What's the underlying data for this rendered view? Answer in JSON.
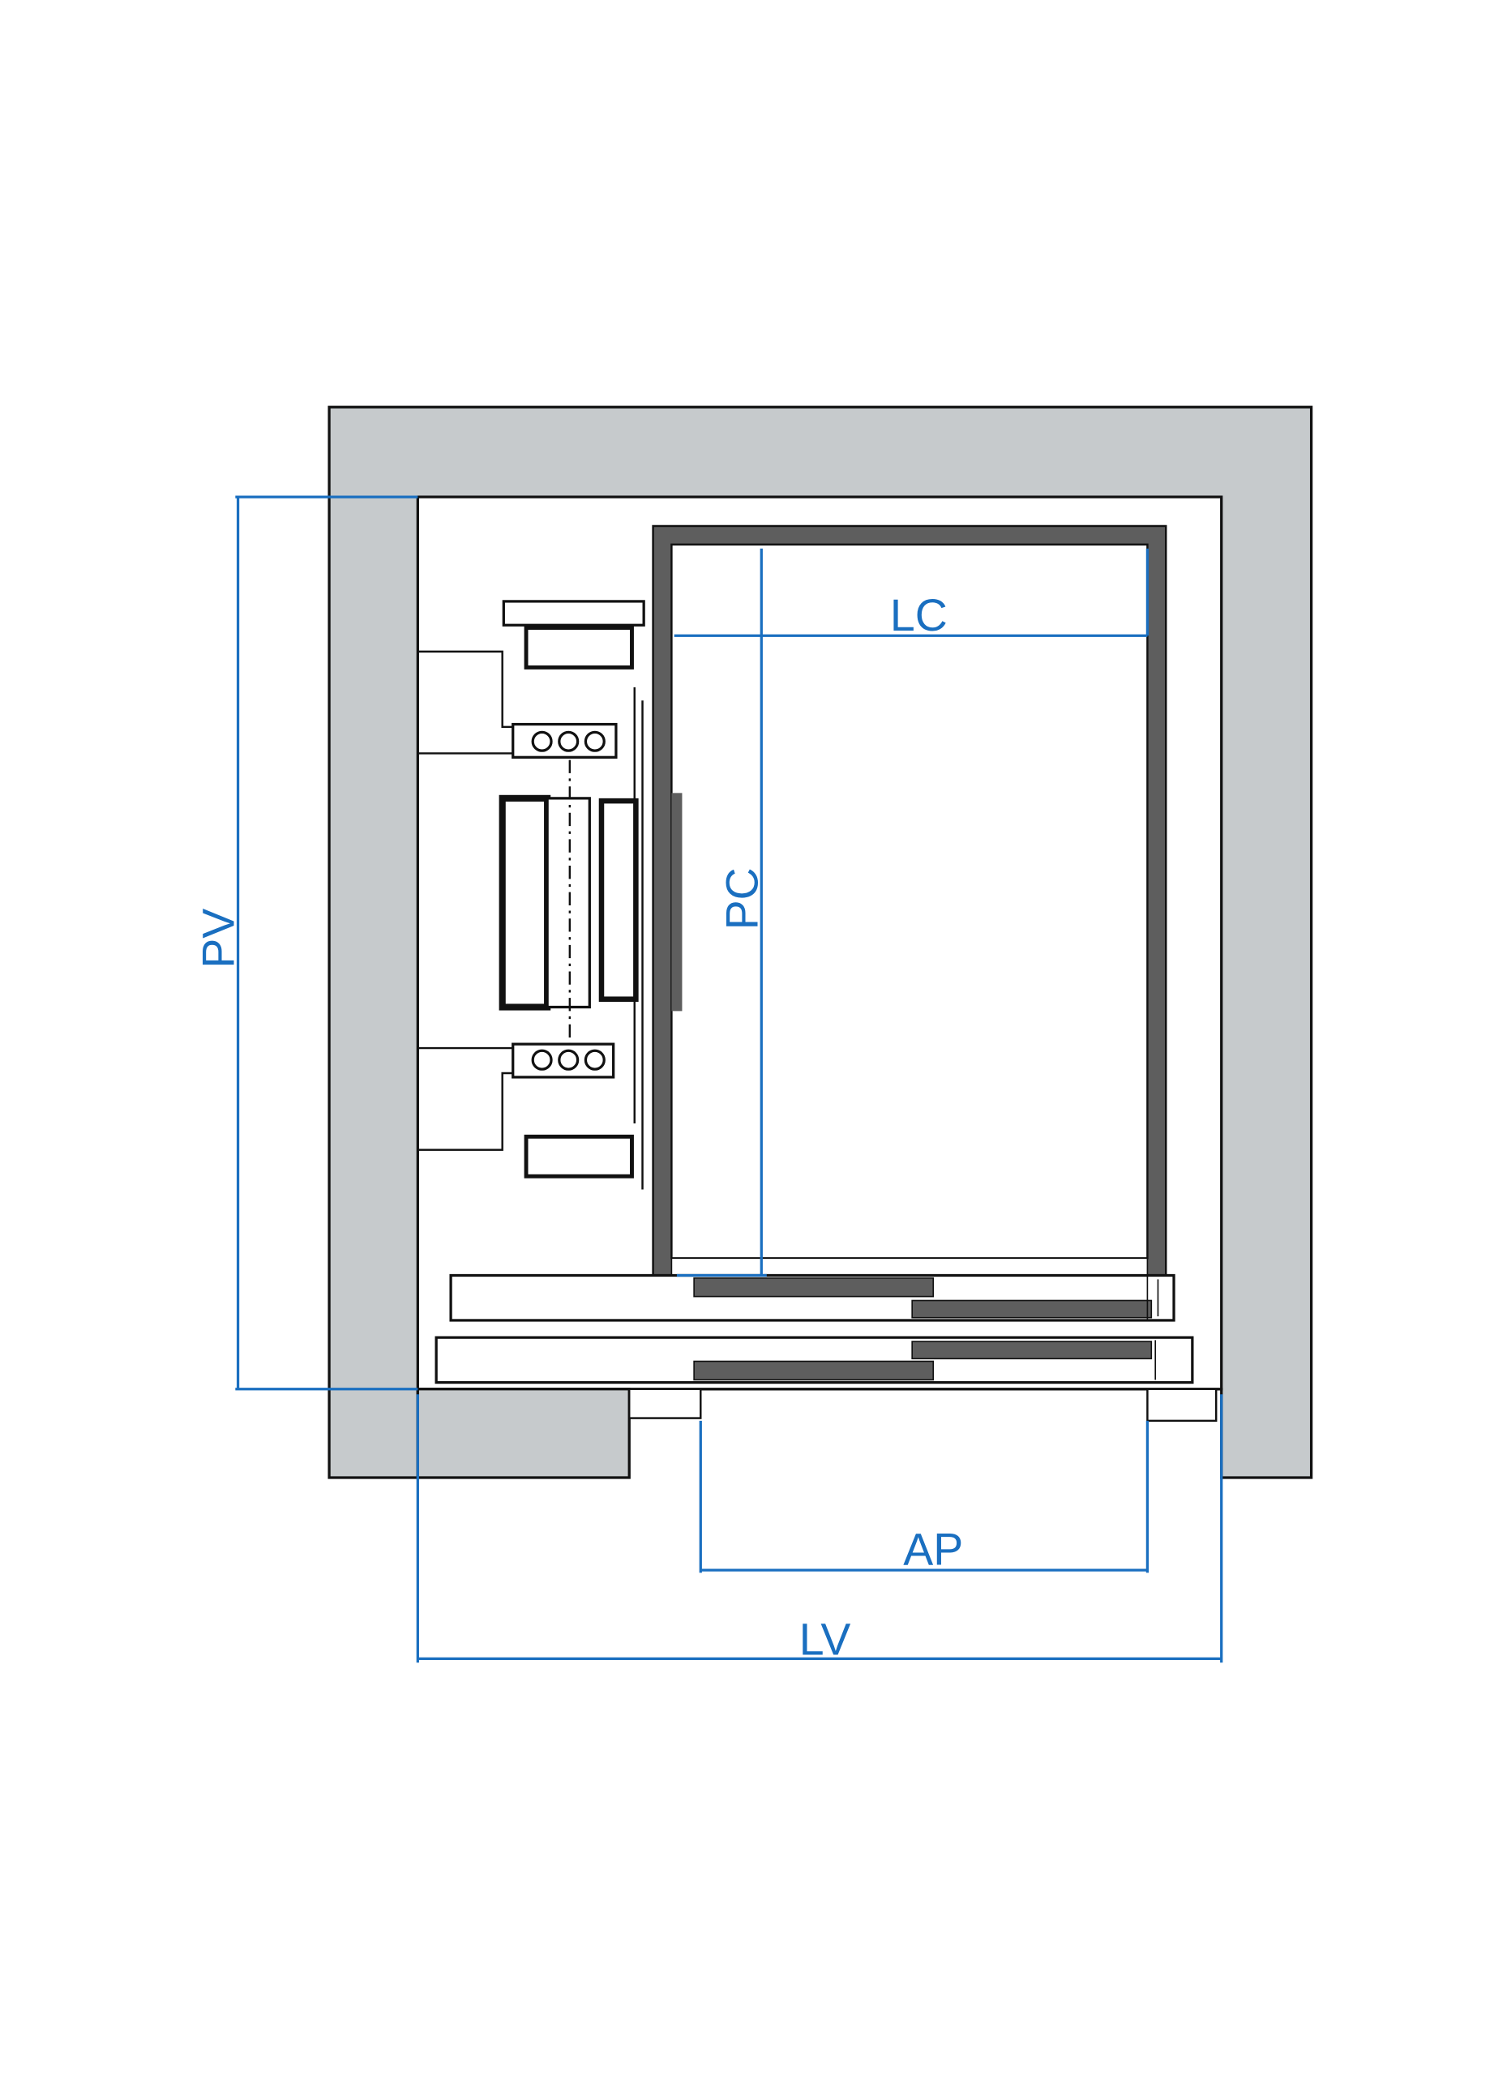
{
  "colors": {
    "wall": "#c6cacc",
    "cabin": "#5e5e5e",
    "dimension": "#1a6fc0",
    "outline": "#111111"
  },
  "dimensions": {
    "pv": "PV",
    "lc": "LC",
    "pc": "PC",
    "ap": "AP",
    "lv": "LV"
  }
}
